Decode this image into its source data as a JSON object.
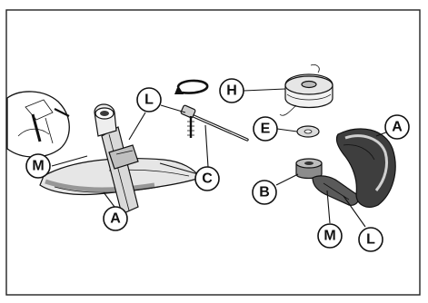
{
  "callouts": {
    "L_left": "L",
    "H": "H",
    "M_left": "M",
    "E": "E",
    "A_right": "A",
    "C": "C",
    "A_left": "A",
    "B": "B",
    "M_right": "M",
    "L_right": "L"
  },
  "colors": {
    "line": "#111111",
    "background": "#ffffff",
    "shade_light": "#d9d9d9",
    "shade_mid": "#9a9a9a",
    "shade_dark": "#3a3a3a"
  }
}
